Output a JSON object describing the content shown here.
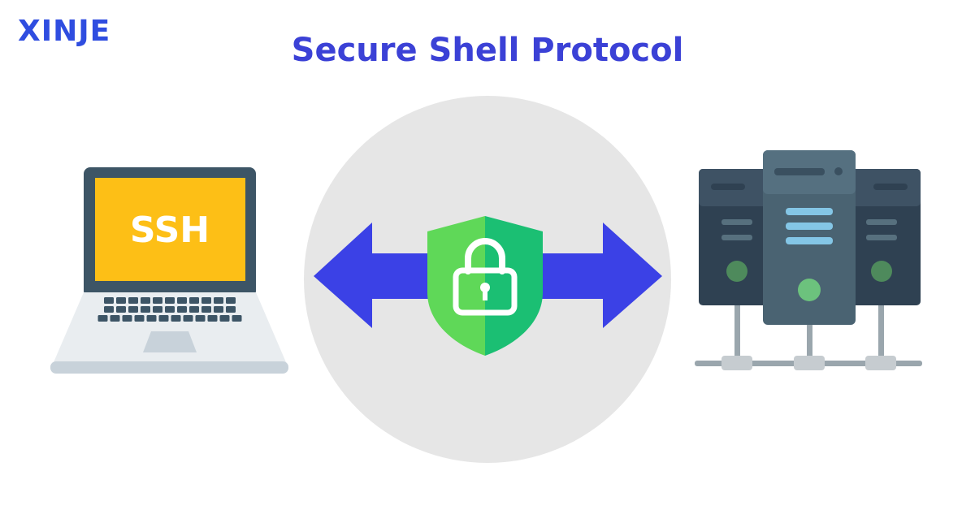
{
  "brand": {
    "logo_text": "XINJE"
  },
  "title": "Secure Shell Protocol",
  "laptop": {
    "screen_label": "SSH"
  },
  "icons": {
    "laptop": "laptop-icon",
    "shield": "shield-lock-icon",
    "arrow": "double-arrow-icon",
    "servers": "server-rack-icon"
  },
  "colors": {
    "title": "#3b41d6",
    "brand": "#2f4de0",
    "arrow": "#3b41e6",
    "circle": "#e6e6e6",
    "laptop_screen": "#fdbf16",
    "laptop_frame": "#3d5566",
    "shield_left": "#5fd858",
    "shield_right": "#1bbf73",
    "server_dark": "#2f4152",
    "server_mid": "#4a6372",
    "server_light": "#84c6e6"
  }
}
